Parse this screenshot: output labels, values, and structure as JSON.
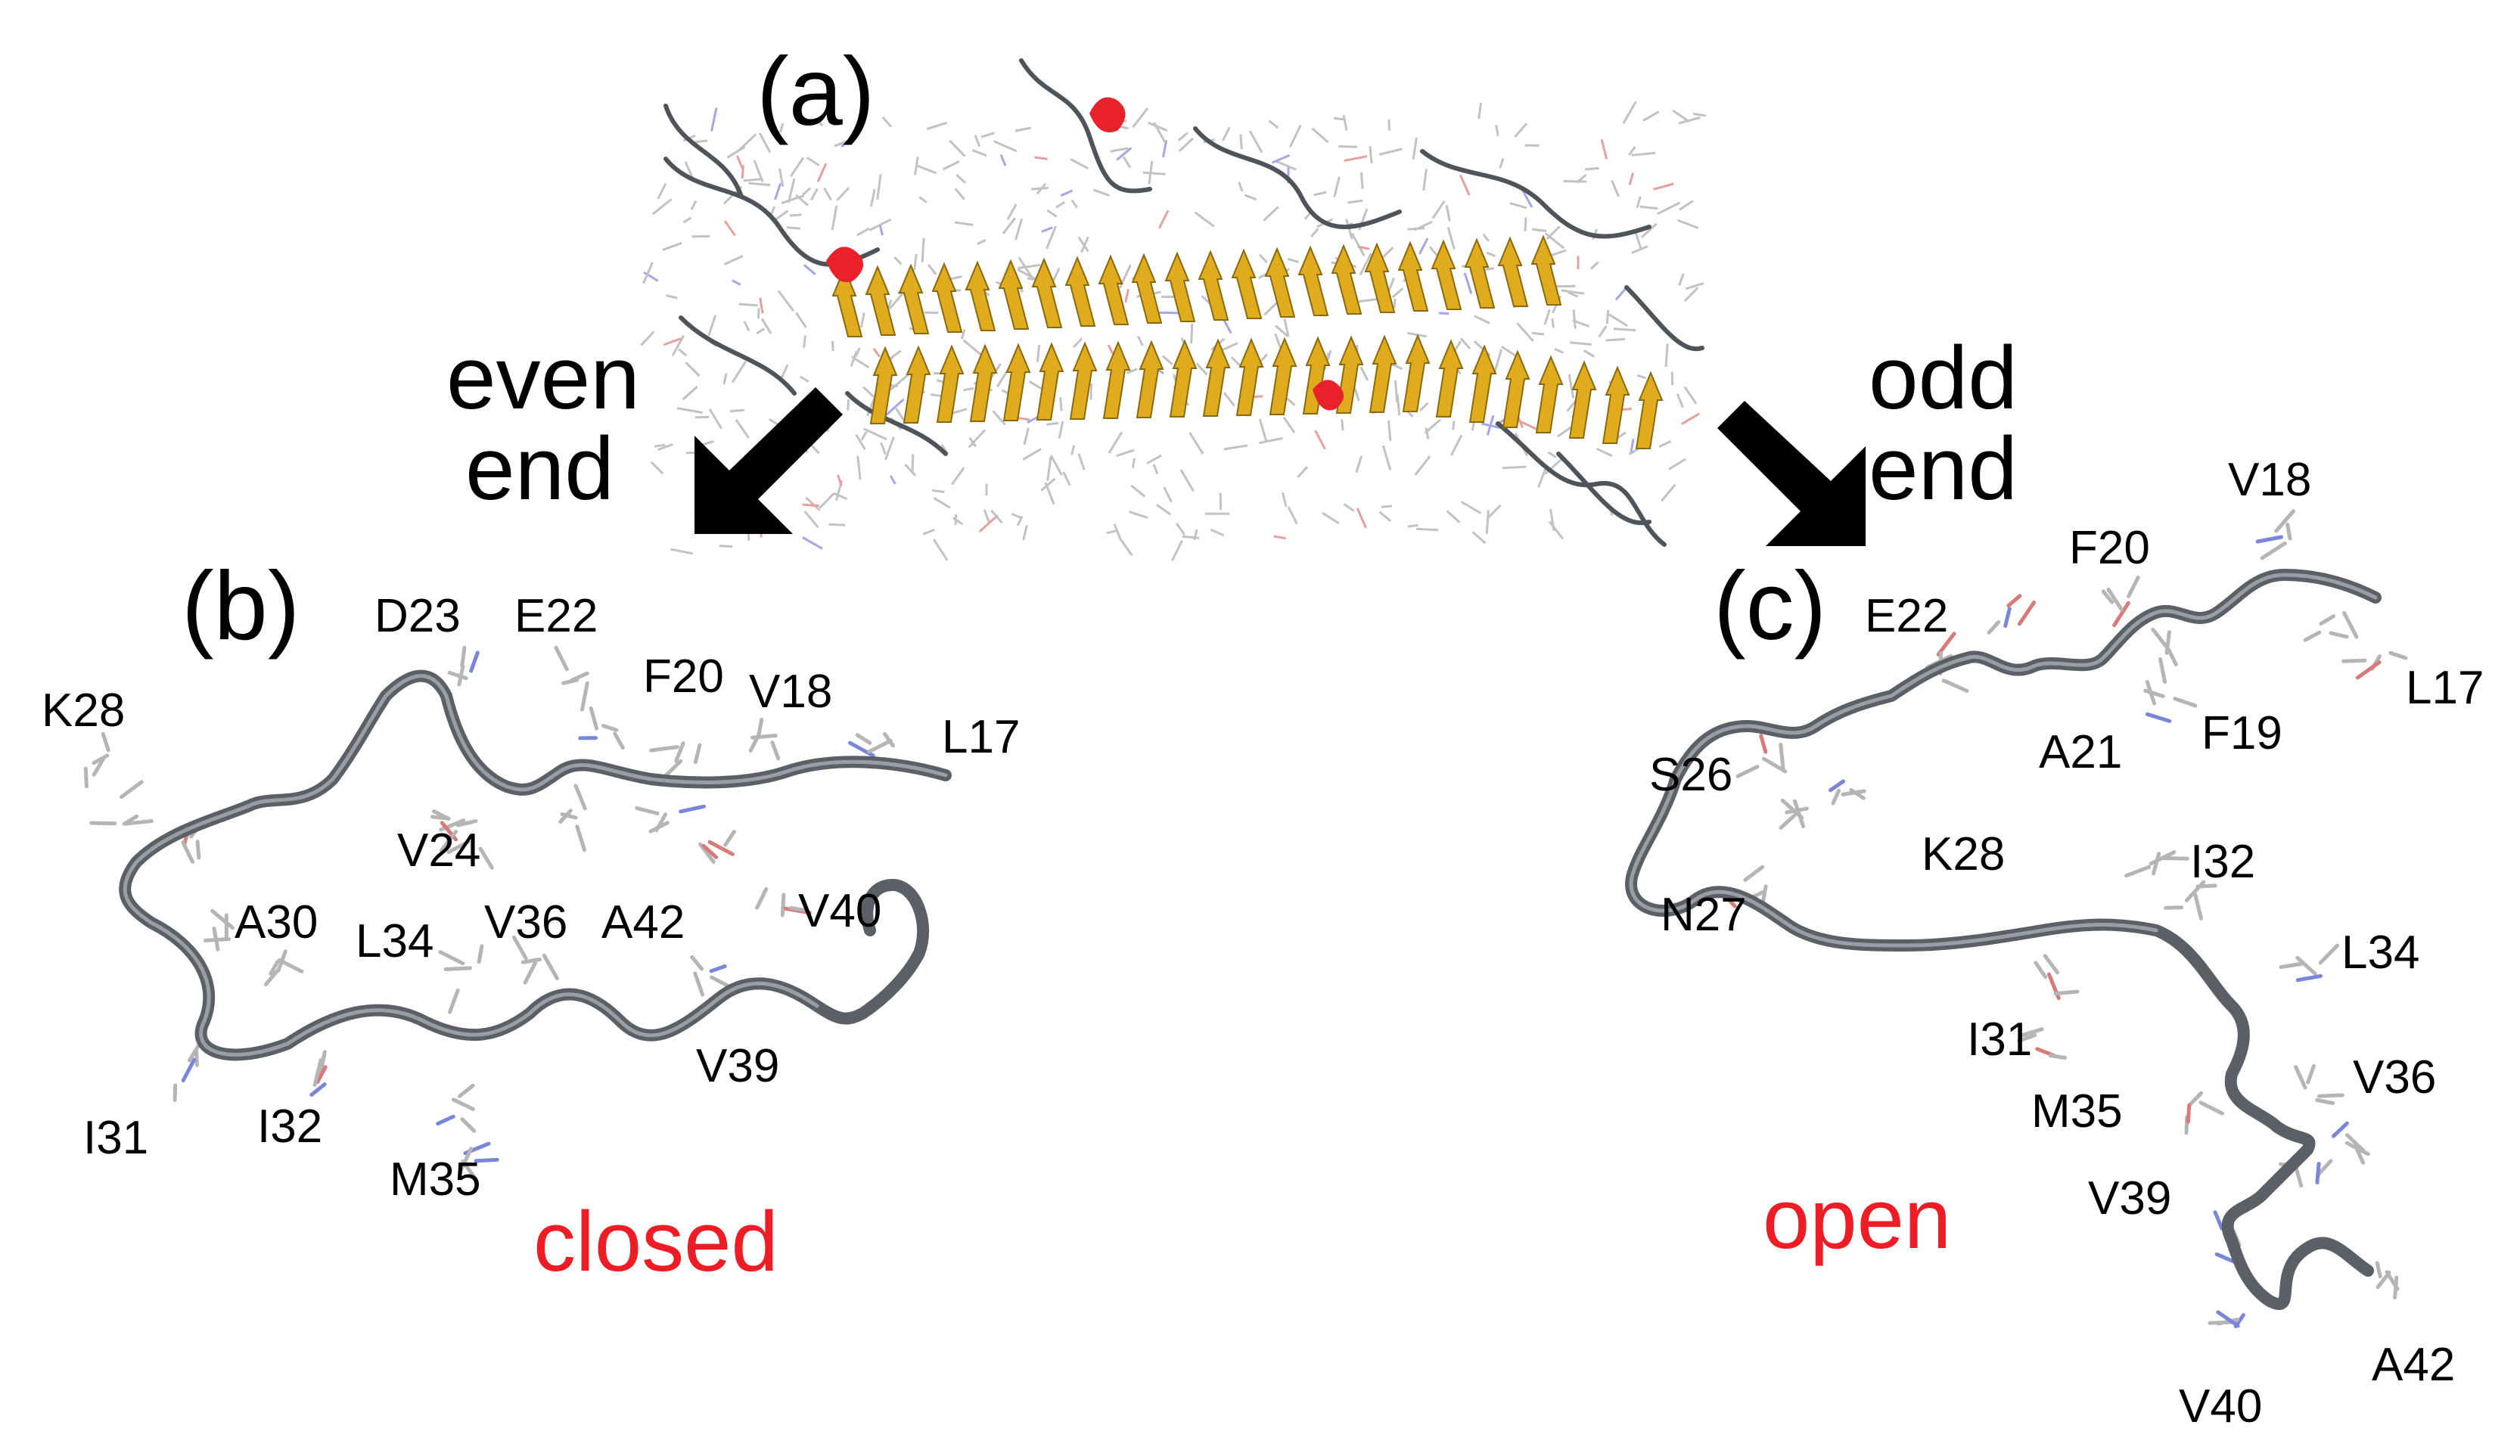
{
  "panels": {
    "a": "(a)",
    "b": "(b)",
    "c": "(c)"
  },
  "arrows": {
    "left": {
      "line1": "even",
      "line2": "end"
    },
    "right": {
      "line1": "odd",
      "line2": "end"
    }
  },
  "states": {
    "closed": "closed",
    "open": "open"
  },
  "residues_b": [
    "K28",
    "D23",
    "E22",
    "F20",
    "V18",
    "L17",
    "V24",
    "A30",
    "L34",
    "V36",
    "A42",
    "V40",
    "V39",
    "I31",
    "I32",
    "M35"
  ],
  "residues_c": [
    "V18",
    "F20",
    "E22",
    "L17",
    "A21",
    "F19",
    "S26",
    "K28",
    "I32",
    "N27",
    "L34",
    "I31",
    "V36",
    "M35",
    "V39",
    "A42",
    "V40"
  ],
  "colors": {
    "sheet": "#e0ab1c",
    "helix": "#e8212b",
    "backbone": "#55595f",
    "stick": "#b9b9b9",
    "state_text": "#ee1c24",
    "arrow": "#000000"
  }
}
